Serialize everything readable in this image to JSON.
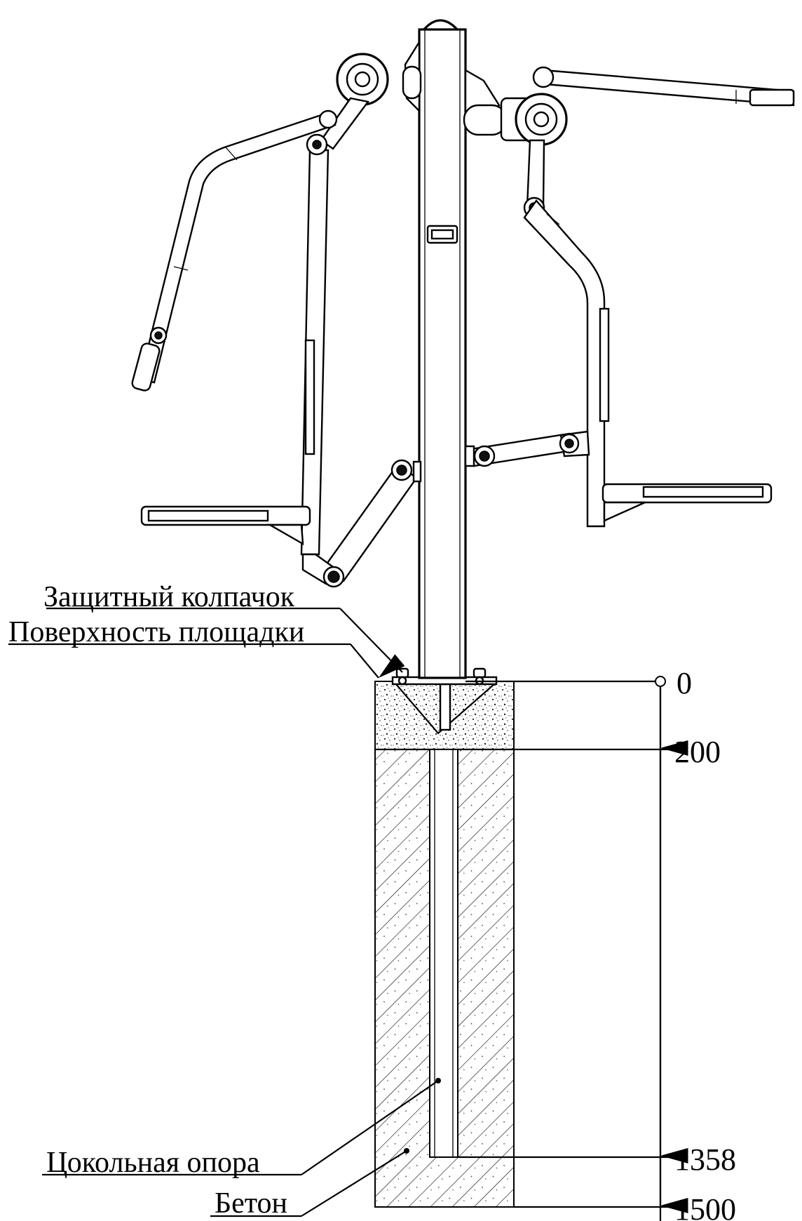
{
  "labels": {
    "protective_cap": "Защитный колпачок",
    "ground_surface": "Поверхность площадки",
    "plinth_support": "Цокольная опора",
    "concrete": "Бетон"
  },
  "dimensions": {
    "levels": [
      "0",
      "200",
      "1358",
      "1500"
    ],
    "values_mm": [
      0,
      200,
      1358,
      1500
    ]
  }
}
